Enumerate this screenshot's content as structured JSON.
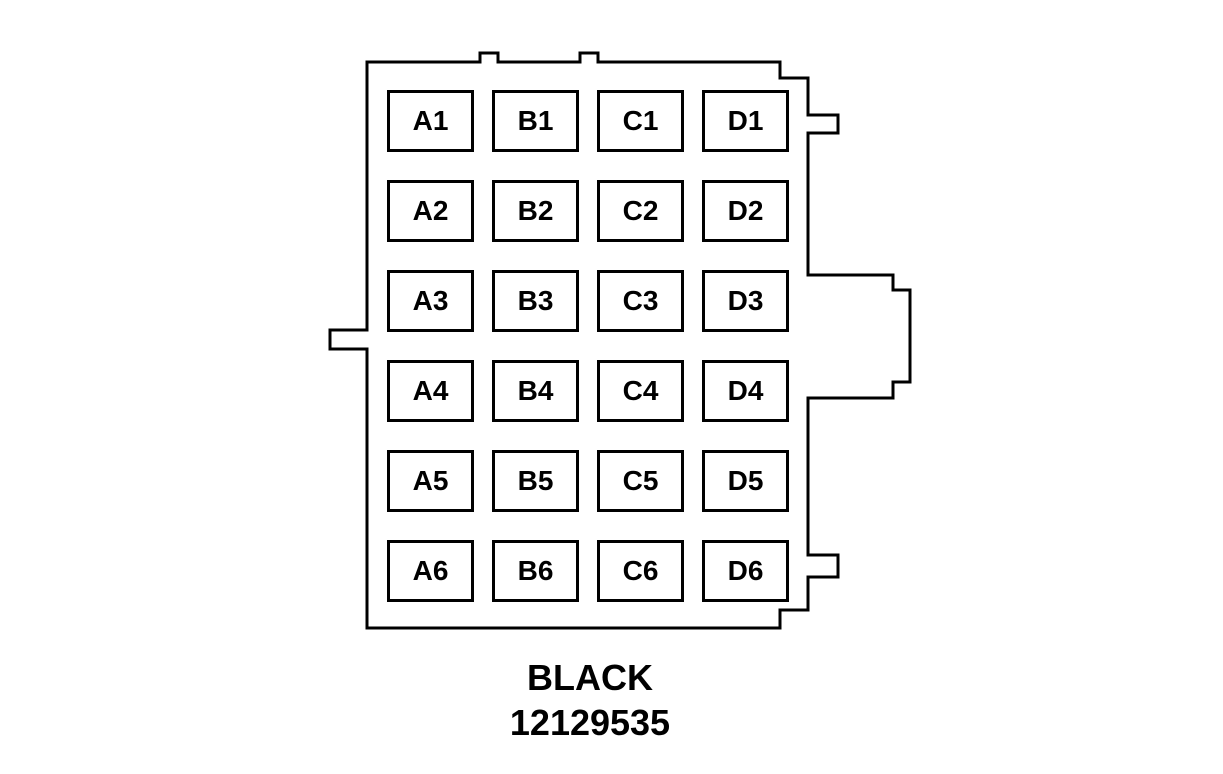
{
  "diagram": {
    "type": "connector-pinout",
    "connector_label": "BLACK",
    "part_number": "12129535",
    "colors": {
      "line": "#000000",
      "background": "#ffffff"
    },
    "pins": {
      "columns": [
        "A",
        "B",
        "C",
        "D"
      ],
      "rows": [
        "1",
        "2",
        "3",
        "4",
        "5",
        "6"
      ],
      "cells": [
        [
          "A1",
          "B1",
          "C1",
          "D1"
        ],
        [
          "A2",
          "B2",
          "C2",
          "D2"
        ],
        [
          "A3",
          "B3",
          "C3",
          "D3"
        ],
        [
          "A4",
          "B4",
          "C4",
          "D4"
        ],
        [
          "A5",
          "B5",
          "C5",
          "D5"
        ],
        [
          "A6",
          "B6",
          "C6",
          "D6"
        ]
      ]
    }
  }
}
